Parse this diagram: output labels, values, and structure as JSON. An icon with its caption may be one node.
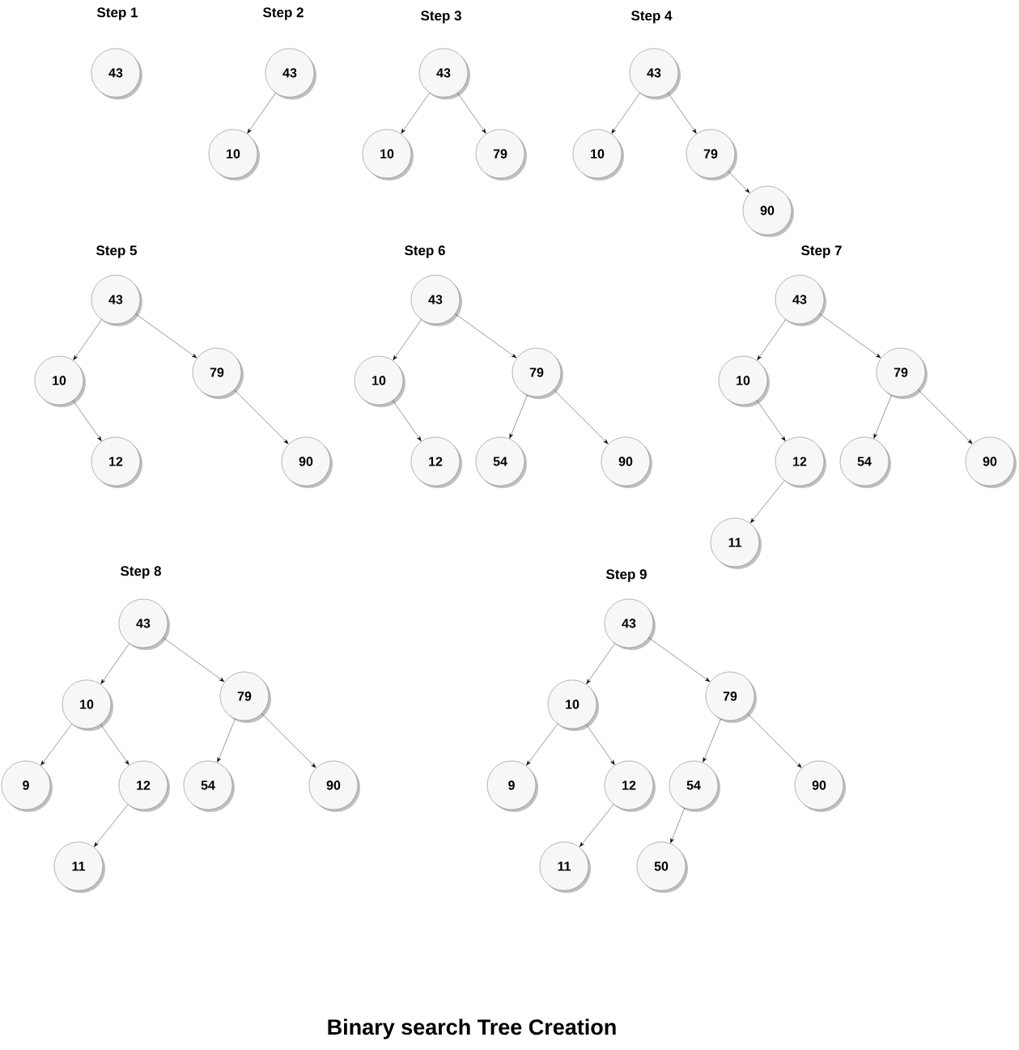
{
  "diagram": {
    "caption": "Binary search Tree Creation",
    "nodes": [
      {
        "text": [
          "43"
        ]
      },
      {
        "text": [
          "43"
        ]
      },
      {
        "text": [
          "10"
        ]
      },
      {
        "text": [
          "43"
        ]
      },
      {
        "text": [
          "10"
        ]
      },
      {
        "text": [
          "79"
        ]
      },
      {
        "text": [
          "43"
        ]
      },
      {
        "text": [
          "10"
        ]
      },
      {
        "text": [
          "79"
        ]
      },
      {
        "text": [
          "90"
        ]
      },
      {
        "text": [
          "43"
        ]
      },
      {
        "text": [
          "10"
        ]
      },
      {
        "text": [
          "79"
        ]
      },
      {
        "text": [
          "12"
        ]
      },
      {
        "text": [
          "90"
        ]
      },
      {
        "text": [
          "43"
        ]
      },
      {
        "text": [
          "10"
        ]
      },
      {
        "text": [
          "79"
        ]
      },
      {
        "text": [
          "12"
        ]
      },
      {
        "text": [
          "54"
        ]
      },
      {
        "text": [
          "90"
        ]
      },
      {
        "text": [
          "43"
        ]
      },
      {
        "text": [
          "10"
        ]
      },
      {
        "text": [
          "79"
        ]
      },
      {
        "text": [
          "12"
        ]
      },
      {
        "text": [
          "54"
        ]
      },
      {
        "text": [
          "90"
        ]
      },
      {
        "text": [
          "11"
        ]
      },
      {
        "text": [
          "43"
        ]
      },
      {
        "text": [
          "10"
        ]
      },
      {
        "text": [
          "79"
        ]
      },
      {
        "text": [
          "9"
        ]
      },
      {
        "text": [
          "12"
        ]
      },
      {
        "text": [
          "54"
        ]
      },
      {
        "text": [
          "90"
        ]
      },
      {
        "text": [
          "11"
        ]
      },
      {
        "text": [
          "43"
        ]
      },
      {
        "text": [
          "10"
        ]
      },
      {
        "text": [
          "79"
        ]
      },
      {
        "text": [
          "9"
        ]
      },
      {
        "text": [
          "12"
        ]
      },
      {
        "text": [
          "54"
        ]
      },
      {
        "text": [
          "90"
        ]
      },
      {
        "text": [
          "11"
        ]
      },
      {
        "text": [
          "50"
        ]
      }
    ],
    "edges": [
      {
        "from": 1,
        "to": 2,
        "arrow": "to"
      },
      {
        "from": 3,
        "to": 4,
        "arrow": "to"
      },
      {
        "from": 3,
        "to": 5,
        "arrow": "to"
      },
      {
        "from": 6,
        "to": 7,
        "arrow": "to"
      },
      {
        "from": 6,
        "to": 8,
        "arrow": "to"
      },
      {
        "from": 8,
        "to": 9,
        "arrow": "to"
      },
      {
        "from": 10,
        "to": 11,
        "arrow": "to"
      },
      {
        "from": 10,
        "to": 12,
        "arrow": "to"
      },
      {
        "from": 11,
        "to": 13,
        "arrow": "to"
      },
      {
        "from": 12,
        "to": 14,
        "arrow": "to"
      },
      {
        "from": 15,
        "to": 16,
        "arrow": "to"
      },
      {
        "from": 15,
        "to": 17,
        "arrow": "to"
      },
      {
        "from": 16,
        "to": 18,
        "arrow": "to"
      },
      {
        "from": 17,
        "to": 19,
        "arrow": "to"
      },
      {
        "from": 17,
        "to": 20,
        "arrow": "to"
      },
      {
        "from": 21,
        "to": 22,
        "arrow": "to"
      },
      {
        "from": 21,
        "to": 23,
        "arrow": "to"
      },
      {
        "from": 22,
        "to": 24,
        "arrow": "to"
      },
      {
        "from": 23,
        "to": 25,
        "arrow": "to"
      },
      {
        "from": 23,
        "to": 26,
        "arrow": "to"
      },
      {
        "from": 24,
        "to": 27,
        "arrow": "to"
      },
      {
        "from": 28,
        "to": 29,
        "arrow": "to"
      },
      {
        "from": 28,
        "to": 30,
        "arrow": "to"
      },
      {
        "from": 29,
        "to": 31,
        "arrow": "to"
      },
      {
        "from": 29,
        "to": 32,
        "arrow": "to"
      },
      {
        "from": 30,
        "to": 33,
        "arrow": "to"
      },
      {
        "from": 30,
        "to": 34,
        "arrow": "to"
      },
      {
        "from": 32,
        "to": 35,
        "arrow": "to"
      },
      {
        "from": 36,
        "to": 37,
        "arrow": "to"
      },
      {
        "from": 36,
        "to": 38,
        "arrow": "to"
      },
      {
        "from": 37,
        "to": 39,
        "arrow": "to"
      },
      {
        "from": 37,
        "to": 40,
        "arrow": "to"
      },
      {
        "from": 38,
        "to": 41,
        "arrow": "to"
      },
      {
        "from": 38,
        "to": 42,
        "arrow": "to"
      },
      {
        "from": 40,
        "to": 43,
        "arrow": "to"
      },
      {
        "from": 41,
        "to": 44,
        "arrow": "to"
      }
    ],
    "labels": [
      "Step 1",
      "Step 2",
      "Step 3",
      "Step 4",
      "Step 5",
      "Step 6",
      "Step 7",
      "Step 8",
      "Step 9"
    ]
  }
}
